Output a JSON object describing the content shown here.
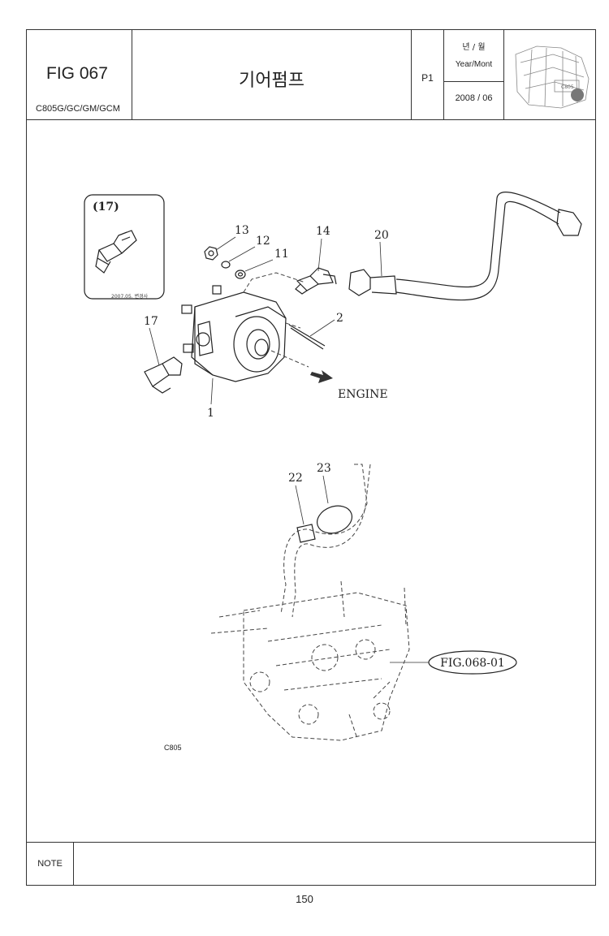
{
  "header": {
    "fig_no": "FIG 067",
    "models": "C805G/GC/GM/GCM",
    "title": "기어펌프",
    "page_code": "P1",
    "year_month_ko": "년 / 월",
    "year_month_en": "Year/Mont",
    "date": "2008 / 06"
  },
  "inset": {
    "ref": "(17)",
    "caption": "2007.05. 변경사"
  },
  "callouts": {
    "c1": "1",
    "c2": "2",
    "c11": "11",
    "c12": "12",
    "c13": "13",
    "c14": "14",
    "c17": "17",
    "c20": "20",
    "c22": "22",
    "c23": "23"
  },
  "engine_label": "ENGINE",
  "fig_ref": "FIG.068-01",
  "model_code": "C805",
  "note_label": "NOTE",
  "page_number": "150",
  "icons": [
    "combine-thumbnail-icon",
    "gear-pump-illustration",
    "valve-block-illustration",
    "engine-arrow-icon"
  ]
}
